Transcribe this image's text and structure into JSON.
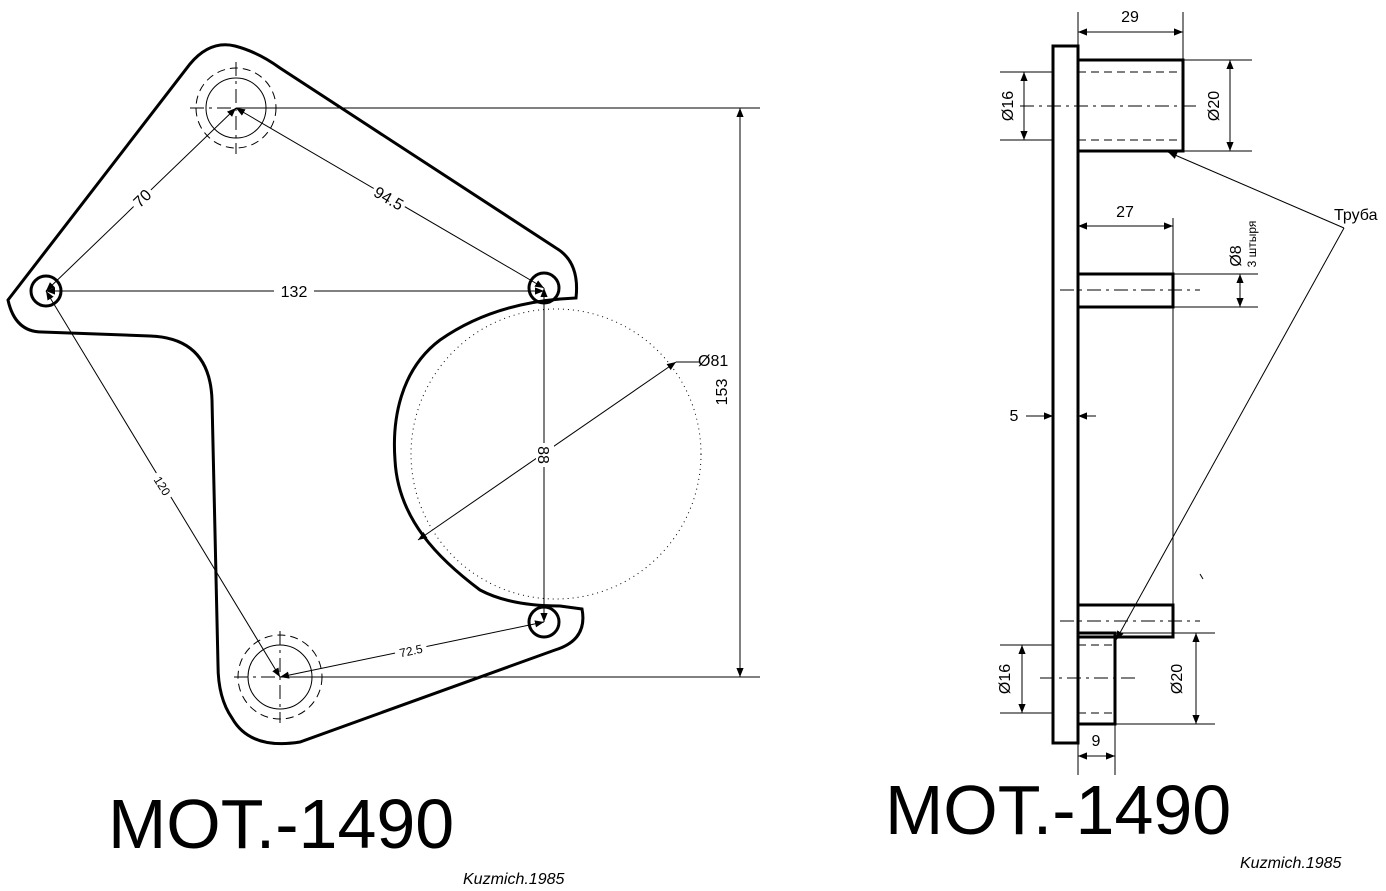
{
  "front_view": {
    "dim_70": "70",
    "dim_94_5": "94.5",
    "dim_132": "132",
    "dim_120": "120",
    "dim_72_5": "72.5",
    "dim_88": "88",
    "dim_153": "153",
    "dim_dia81": "Ø81",
    "title": "MOT.-1490",
    "author": "Kuzmich.1985"
  },
  "side_view": {
    "dim_29": "29",
    "dim_dia16_top": "Ø16",
    "dim_dia20_top": "Ø20",
    "dim_27": "27",
    "dim_dia8": "Ø8",
    "dim_dia8_note": "3 штыря",
    "dim_5": "5",
    "dim_dia16_bottom": "Ø16",
    "dim_dia20_bottom": "Ø20",
    "dim_9": "9",
    "label_tube": "Труба",
    "title": "MOT.-1490",
    "author": "Kuzmich.1985"
  }
}
